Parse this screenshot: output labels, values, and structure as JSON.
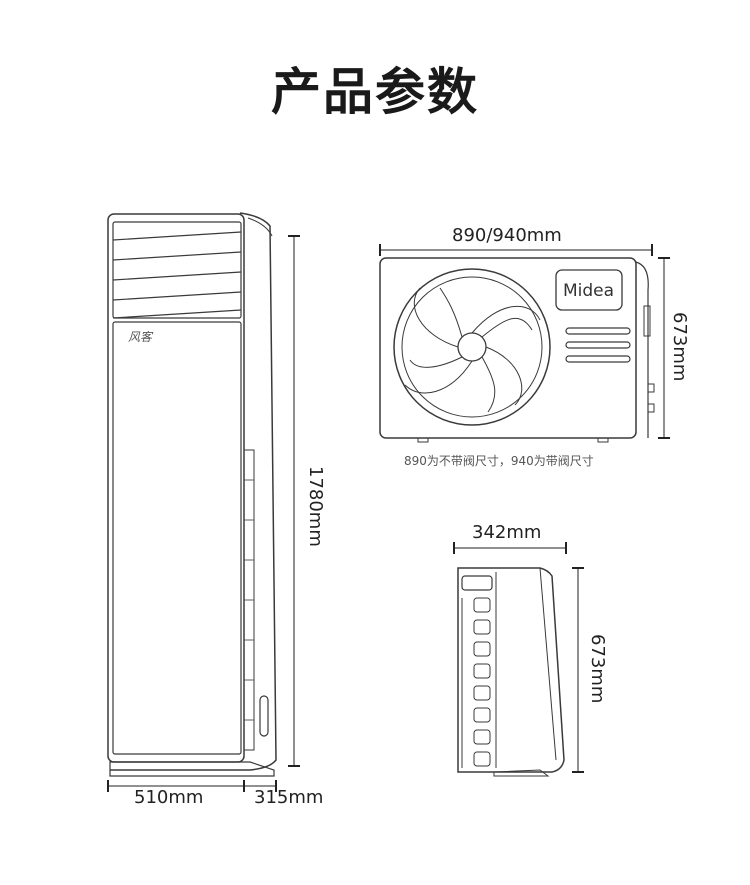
{
  "page": {
    "title": "产品参数"
  },
  "indoor_unit": {
    "height": "1780mm",
    "width": "510mm",
    "depth": "315mm",
    "logo_text": "风客"
  },
  "outdoor_unit": {
    "width": "890/940mm",
    "height_front": "673mm",
    "depth": "342mm",
    "height_side": "673mm",
    "brand": "Midea",
    "note": "890为不带阀尺寸，940为带阀尺寸"
  },
  "colors": {
    "line": "#3a3a3a",
    "text": "#222222"
  }
}
